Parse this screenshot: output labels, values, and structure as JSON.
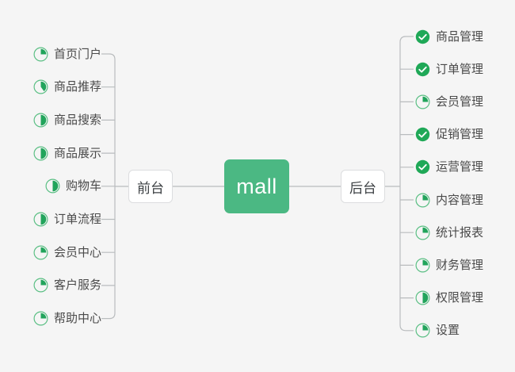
{
  "diagram": {
    "type": "mindmap",
    "background_color": "#f5f5f5",
    "accent_color": "#4bb883",
    "done_color": "#1fa857",
    "connector_color": "#b9bcbe",
    "root": {
      "label": "mall"
    },
    "branches": [
      {
        "id": "frontend",
        "label": "前台",
        "side": "left"
      },
      {
        "id": "backend",
        "label": "后台",
        "side": "right"
      }
    ]
  },
  "frontend_items": [
    {
      "label": "首页门户",
      "status": "partial",
      "progress": 25
    },
    {
      "label": "商品推荐",
      "status": "partial",
      "progress": 40
    },
    {
      "label": "商品搜索",
      "status": "partial",
      "progress": 50
    },
    {
      "label": "商品展示",
      "status": "partial",
      "progress": 50
    },
    {
      "label": "购物车",
      "status": "partial",
      "progress": 50
    },
    {
      "label": "订单流程",
      "status": "partial",
      "progress": 50
    },
    {
      "label": "会员中心",
      "status": "partial",
      "progress": 25
    },
    {
      "label": "客户服务",
      "status": "partial",
      "progress": 25
    },
    {
      "label": "帮助中心",
      "status": "partial",
      "progress": 25
    }
  ],
  "backend_items": [
    {
      "label": "商品管理",
      "status": "done",
      "progress": 100
    },
    {
      "label": "订单管理",
      "status": "done",
      "progress": 100
    },
    {
      "label": "会员管理",
      "status": "partial",
      "progress": 25
    },
    {
      "label": "促销管理",
      "status": "done",
      "progress": 100
    },
    {
      "label": "运营管理",
      "status": "done",
      "progress": 100
    },
    {
      "label": "内容管理",
      "status": "partial",
      "progress": 25
    },
    {
      "label": "统计报表",
      "status": "partial",
      "progress": 25
    },
    {
      "label": "财务管理",
      "status": "partial",
      "progress": 25
    },
    {
      "label": "权限管理",
      "status": "partial",
      "progress": 50
    },
    {
      "label": "设置",
      "status": "partial",
      "progress": 25
    }
  ],
  "icons": {
    "done": "check-circle-icon",
    "partial": "progress-pie-icon"
  }
}
